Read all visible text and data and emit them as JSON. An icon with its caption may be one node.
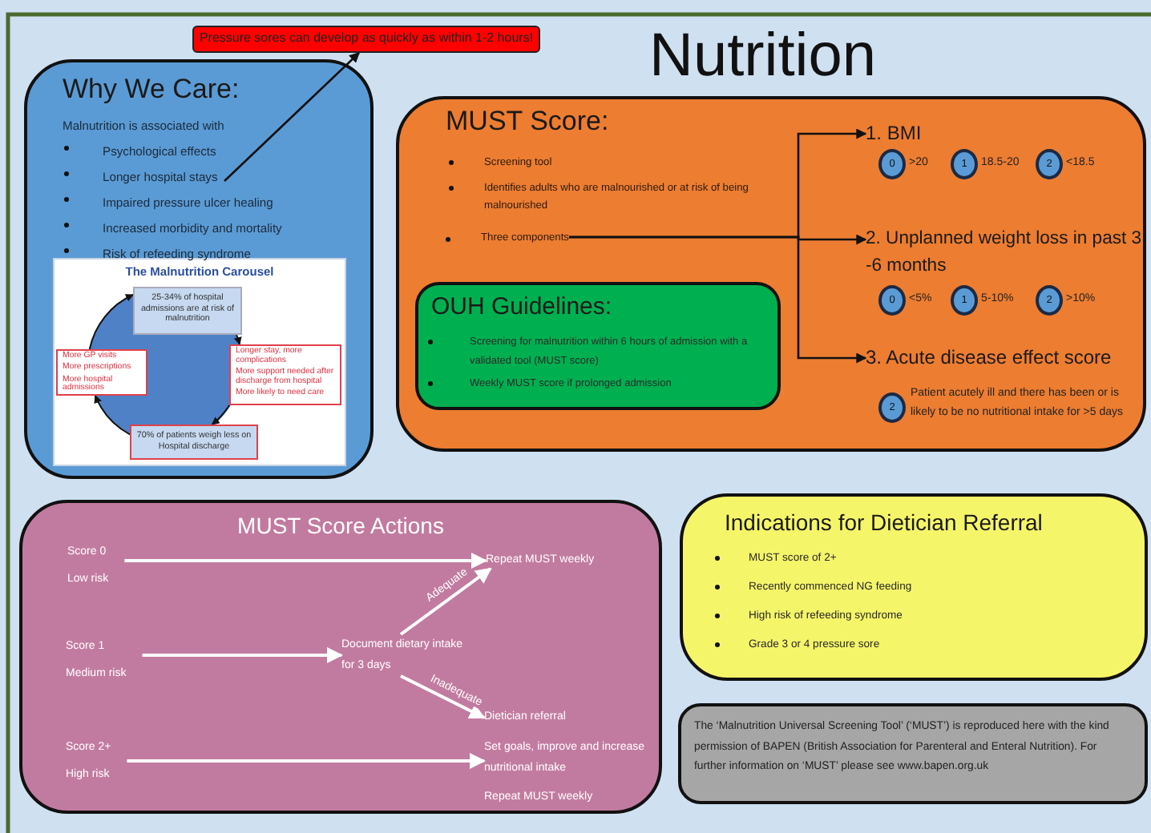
{
  "diagram": {
    "title": "Nutrition",
    "nodes": [
      {
        "text": [
          "Pressure sores can develop as quickly as within 1-2 hours!"
        ]
      },
      {
        "text": [
          "Why We Care:",
          "Malnutrition is associated with",
          "Psychological effects",
          "Longer hospital stays",
          "Impaired pressure ulcer healing",
          "Increased morbidity and mortality",
          "Risk of refeeding syndrome"
        ]
      },
      {
        "text": [
          "The Malnutrition Carousel"
        ],
        "in": 1
      },
      {
        "text": [
          "25-34% of hospital admissions are at risk of malnutrition"
        ],
        "in": 2
      },
      {
        "text": [
          "Longer stay, more complications",
          "More support needed after discharge from hospital",
          "More likely to need care"
        ],
        "in": 2
      },
      {
        "text": [
          "70% of patients weigh less on Hospital discharge"
        ],
        "in": 2
      },
      {
        "text": [
          "More GP visits",
          "More prescriptions",
          "More hospital admissions"
        ],
        "in": 2
      },
      {
        "text": [
          "MUST Score:",
          "Screening tool",
          "Identifies adults who are malnourished or at risk of being malnourished"
        ]
      },
      {
        "text": [
          "Three components"
        ],
        "in": 7
      },
      {
        "text": [
          "1. BMI"
        ],
        "in": 7
      },
      {
        "text": [
          "0"
        ],
        "in": 7,
        "beside": [
          ">20"
        ]
      },
      {
        "text": [
          "1"
        ],
        "in": 7,
        "beside": [
          "18.5-20"
        ]
      },
      {
        "text": [
          "2"
        ],
        "in": 7,
        "beside": [
          "<18.5"
        ]
      },
      {
        "text": [
          "2. Unplanned weight loss in past 3 -6 months"
        ],
        "in": 7
      },
      {
        "text": [
          "0"
        ],
        "in": 7,
        "beside": [
          "<5%"
        ]
      },
      {
        "text": [
          "1"
        ],
        "in": 7,
        "beside": [
          "5-10%"
        ]
      },
      {
        "text": [
          "2"
        ],
        "in": 7,
        "beside": [
          ">10%"
        ]
      },
      {
        "text": [
          "3. Acute disease effect score"
        ],
        "in": 7
      },
      {
        "text": [
          "2"
        ],
        "in": 7,
        "beside": [
          "Patient acutely ill and there has been or is likely to be no nutritional intake for >5 days"
        ]
      },
      {
        "text": [
          "OUH Guidelines:",
          "Screening for malnutrition within 6 hours of admission with a validated tool (MUST score)",
          "Weekly MUST score if prolonged admission"
        ],
        "in": 7
      },
      {
        "text": [
          "MUST Score Actions"
        ]
      },
      {
        "text": [
          "Score 0",
          "Low risk"
        ],
        "in": 20
      },
      {
        "text": [
          "Repeat MUST weekly"
        ],
        "in": 20
      },
      {
        "text": [
          "Score 1",
          "Medium risk"
        ],
        "in": 20
      },
      {
        "text": [
          "Document dietary intake for 3 days"
        ],
        "in": 20
      },
      {
        "text": [
          "Dietician referral"
        ],
        "in": 20
      },
      {
        "text": [
          "Score 2+",
          "High risk"
        ],
        "in": 20
      },
      {
        "text": [
          "Set goals, improve and increase nutritional intake",
          "Repeat MUST weekly"
        ],
        "in": 20
      },
      {
        "text": [
          "Indications for Dietician Referral",
          "MUST score of 2+",
          "Recently commenced NG feeding",
          "High risk of refeeding syndrome",
          "Grade 3 or 4 pressure sore"
        ]
      },
      {
        "text": [
          "The ‘Malnutrition Universal Screening Tool’ (‘MUST’) is reproduced here with the kind permission of BAPEN (British Association for Parenteral and Enteral Nutrition). For further information on ‘MUST’ please see www.bapen.org.uk"
        ]
      }
    ],
    "edges": [
      {
        "from": null,
        "to": 0,
        "arrow": "to"
      },
      {
        "from": 3,
        "to": 4,
        "arrow": "to"
      },
      {
        "from": 4,
        "to": 5,
        "arrow": "to"
      },
      {
        "from": 5,
        "to": 6,
        "arrow": "to"
      },
      {
        "from": 6,
        "to": 3,
        "arrow": "to"
      },
      {
        "from": 8,
        "to": 9,
        "arrow": "to"
      },
      {
        "from": 8,
        "to": 13,
        "arrow": "to"
      },
      {
        "from": 8,
        "to": 17,
        "arrow": "to"
      },
      {
        "from": 21,
        "to": 22,
        "arrow": "to",
        "color": "#ffffff"
      },
      {
        "from": 23,
        "to": 24,
        "arrow": "to",
        "color": "#ffffff"
      },
      {
        "from": 24,
        "to": 22,
        "arrow": "to",
        "label": "Adequate",
        "color": "#ffffff"
      },
      {
        "from": 24,
        "to": 25,
        "arrow": "to",
        "label": "Inadequate",
        "color": "#ffffff"
      },
      {
        "from": 26,
        "to": 27,
        "arrow": "to",
        "color": "#ffffff"
      }
    ]
  }
}
